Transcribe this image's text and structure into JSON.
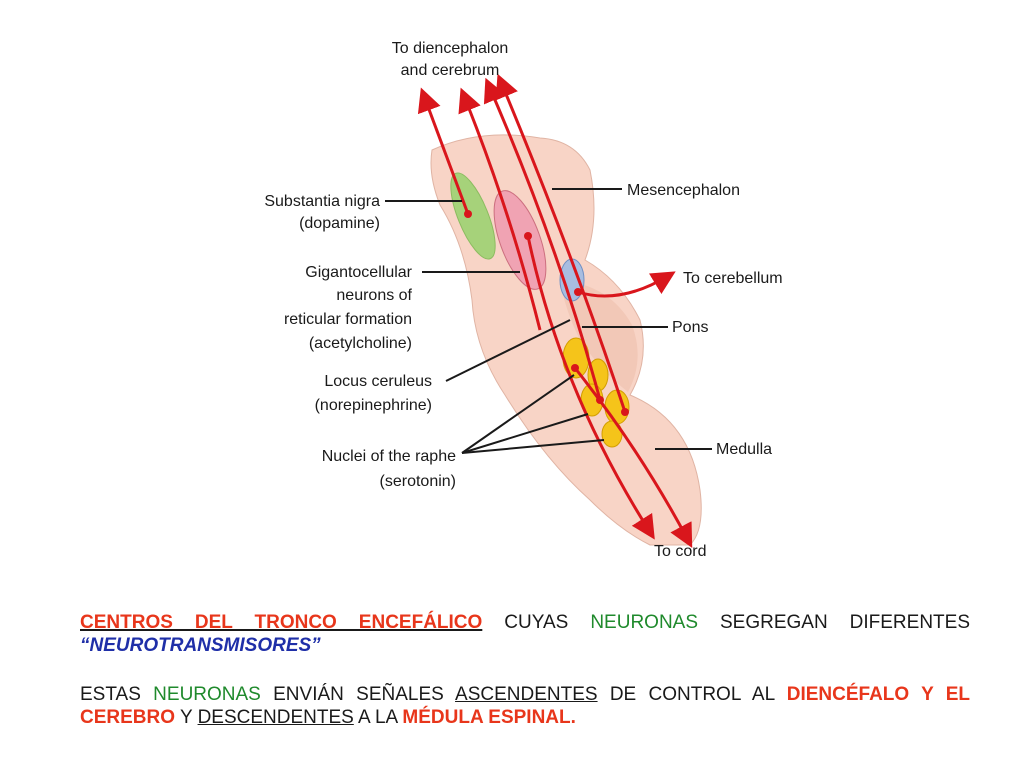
{
  "diagram": {
    "labels": {
      "top_line1": "To diencephalon",
      "top_line2": "and cerebrum",
      "substantia_line1": "Substantia nigra",
      "substantia_line2": "(dopamine)",
      "giganto_line1": "Gigantocellular",
      "giganto_line2": "neurons of",
      "giganto_line3": "reticular formation",
      "giganto_line4": "(acetylcholine)",
      "locus_line1": "Locus ceruleus",
      "locus_line2": "(norepinephrine)",
      "raphe_line1": "Nuclei of the raphe",
      "raphe_line2": "(serotonin)",
      "mesencephalon": "Mesencephalon",
      "to_cerebellum": "To cerebellum",
      "pons": "Pons",
      "medulla": "Medulla",
      "to_cord": "To cord"
    },
    "colors": {
      "brainstem": "#f8d4c6",
      "brainstem_shade": "#eec0ae",
      "substantia_nigra": "#a6d27a",
      "gigantocellular": "#f0a3b3",
      "locus_ceruleus": "#a8bde0",
      "raphe": "#f5c41a",
      "arrow": "#d9161c"
    }
  },
  "text": {
    "p1": {
      "s1": "CENTROS DEL TRONCO ENCEFÁLICO",
      "s2": " CUYAS ",
      "s3": "NEURONAS",
      "s4": " SEGREGAN DIFERENTES ",
      "s5": "“NEUROTRANSMISORES”"
    },
    "p2": {
      "s1": "ESTAS ",
      "s2": "NEURONAS",
      "s3": " ENVIÁN SEÑALES ",
      "s4": "ASCENDENTES",
      "s5": " DE CONTROL AL ",
      "s6": "DIENCÉFALO Y EL CEREBRO",
      "s7": " Y ",
      "s8": "DESCENDENTES",
      "s9": " A LA ",
      "s10": "MÉDULA ESPINAL."
    }
  }
}
